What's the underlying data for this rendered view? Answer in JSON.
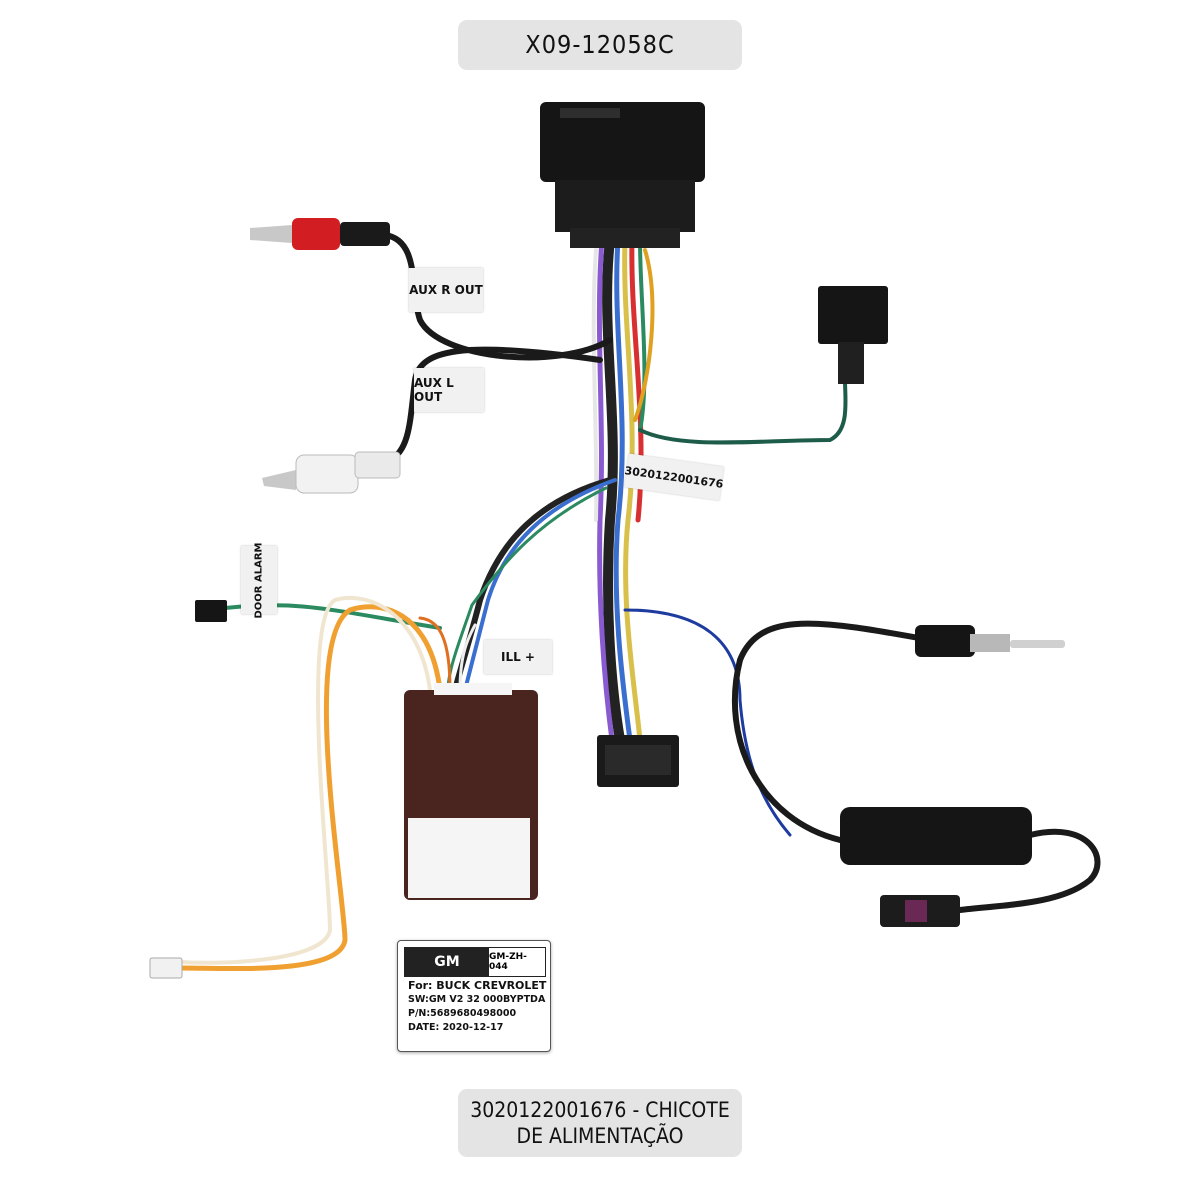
{
  "header": {
    "part_code": "X09-12058C"
  },
  "footer": {
    "line1": "3020122001676 - CHICOTE",
    "line2": "DE ALIMENTAÇÃO"
  },
  "tags": {
    "aux_r": "AUX R OUT",
    "aux_l": "AUX L OUT",
    "serial": "3020122001676",
    "door_alarm": "DOOR ALARM",
    "ill": "ILL +"
  },
  "module_label": {
    "brand": "GM",
    "model": "GM-ZH-044",
    "line1": "For: BUCK CREVROLET",
    "line2": "SW:GM V2 32 000BYPTDA",
    "line3": "P/N:5689680498000",
    "line4": "DATE: 2020-12-17"
  },
  "colors": {
    "background": "#ffffff",
    "pill": "#e4e4e4",
    "module_body": "#4a2520",
    "connector": "#151515"
  }
}
